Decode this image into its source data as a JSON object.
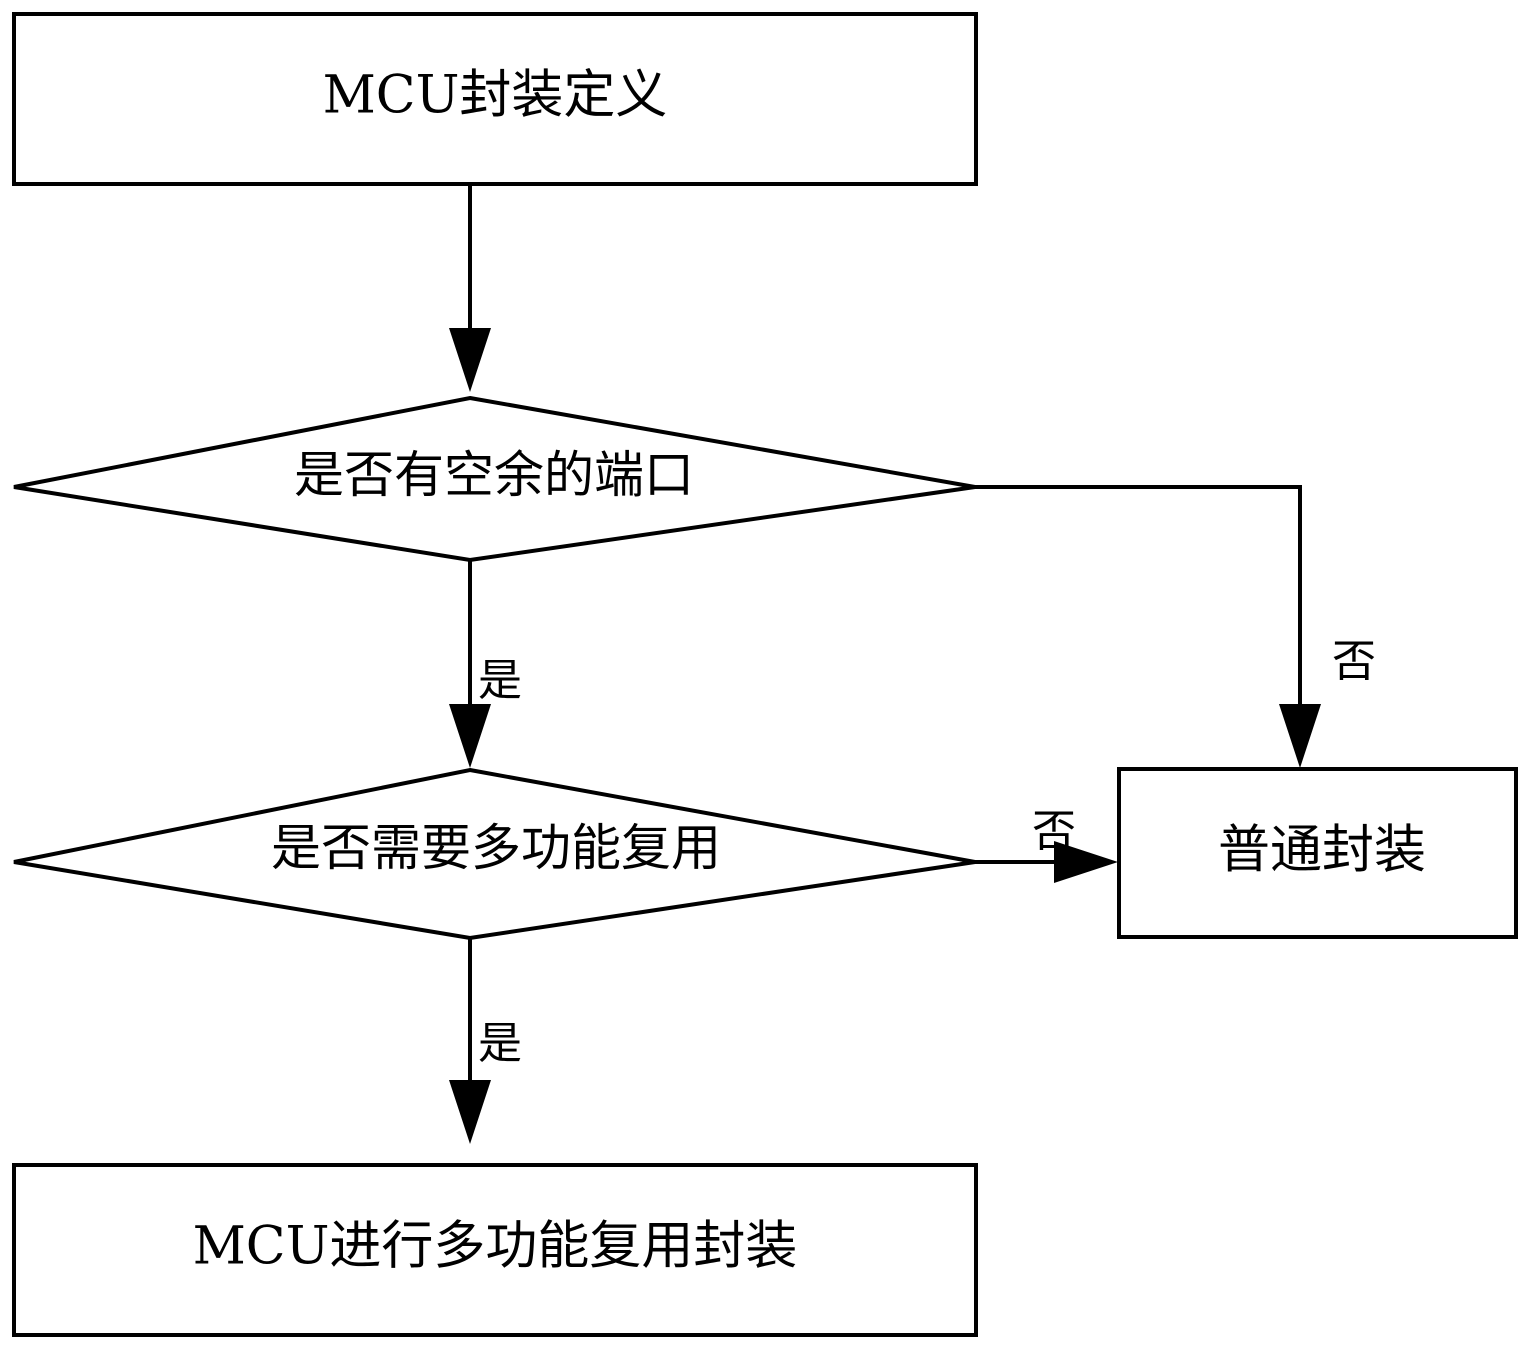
{
  "nodes": {
    "start": {
      "label": "MCU封装定义",
      "shape": "rectangle"
    },
    "decision_ports": {
      "label": "是否有空余的端口",
      "shape": "diamond"
    },
    "decision_multiplex": {
      "label": "是否需要多功能复用",
      "shape": "diamond"
    },
    "normal_package": {
      "label": "普通封装",
      "shape": "rectangle"
    },
    "multiplex_package": {
      "label": "MCU进行多功能复用封装",
      "shape": "rectangle"
    }
  },
  "edges": {
    "start_to_ports": {
      "from": "start",
      "to": "decision_ports",
      "label": ""
    },
    "ports_yes": {
      "from": "decision_ports",
      "to": "decision_multiplex",
      "label": "是"
    },
    "ports_no": {
      "from": "decision_ports",
      "to": "normal_package",
      "label": "否"
    },
    "multiplex_no": {
      "from": "decision_multiplex",
      "to": "normal_package",
      "label": "否"
    },
    "multiplex_yes": {
      "from": "decision_multiplex",
      "to": "multiplex_package",
      "label": "是"
    }
  },
  "colors": {
    "stroke": "#000000",
    "background": "#ffffff"
  }
}
